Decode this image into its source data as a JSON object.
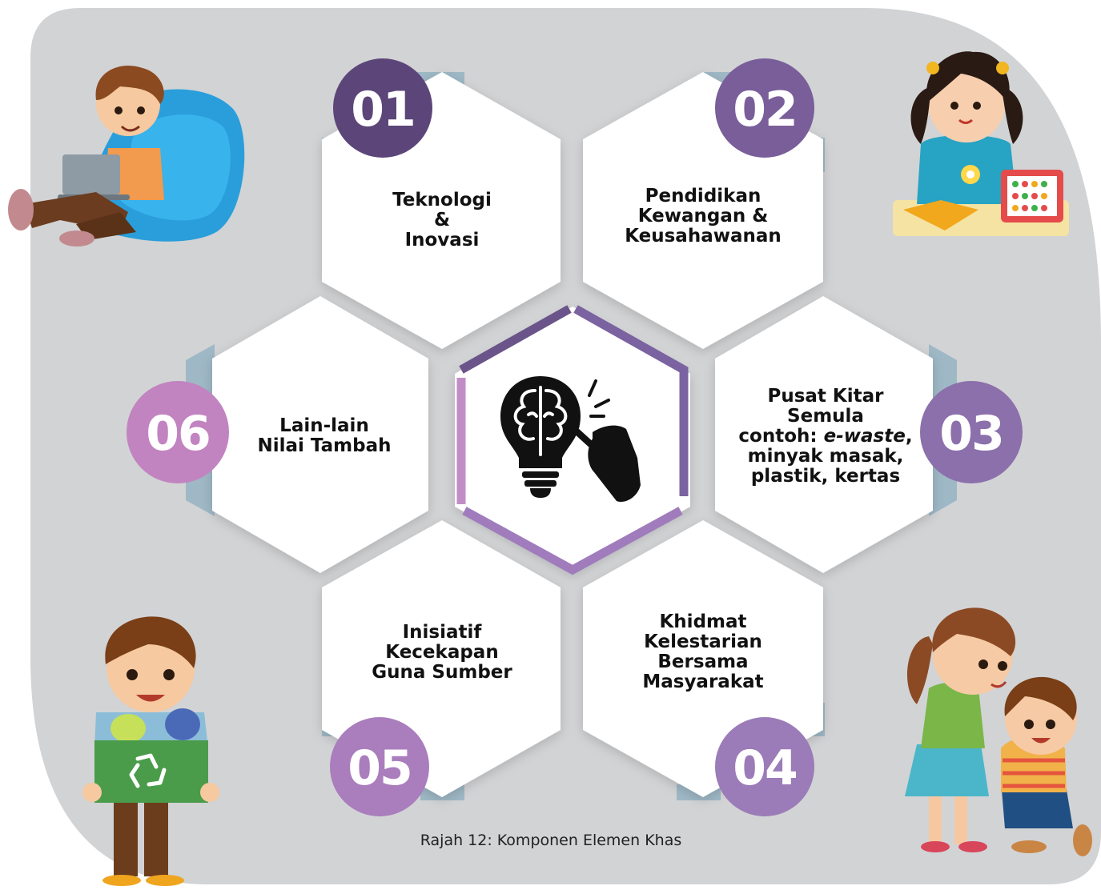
{
  "diagram": {
    "center": {
      "icon": "lightbulb-brain-pen-icon"
    },
    "components": [
      {
        "number": "01",
        "lines": [
          "Teknologi",
          "&",
          "Inovasi"
        ]
      },
      {
        "number": "02",
        "lines": [
          "Pendidikan",
          "Kewangan &",
          "Keusahawanan"
        ]
      },
      {
        "number": "03",
        "lines": [
          "Pusat Kitar",
          "Semula"
        ],
        "example_prefix": "contoh: ",
        "example_em": "e-waste",
        "example_suffix": ",",
        "tail_lines": [
          "minyak masak,",
          "plastik, kertas"
        ]
      },
      {
        "number": "04",
        "lines": [
          "Khidmat",
          "Kelestarian",
          "Bersama",
          "Masyarakat"
        ]
      },
      {
        "number": "05",
        "lines": [
          "Inisiatif",
          "Kecekapan",
          "Guna Sumber"
        ]
      },
      {
        "number": "06",
        "lines": [
          "Lain-lain",
          "Nilai Tambah"
        ]
      }
    ],
    "caption": "Rajah 12: Komponen Elemen Khas"
  },
  "illustrations": {
    "top_left": "boy-with-laptop-on-beanbag",
    "top_right": "girl-with-abacus",
    "bottom_left": "boy-with-recycling-box",
    "bottom_right": "girl-helping-boy"
  },
  "colors": {
    "background_panel": "#d2d3d5",
    "hexagon_fill": "#ffffff",
    "ribbon": "#9fb8c6",
    "badge_dark": "#5c4679",
    "badge_mid": "#795e99",
    "badge_light": "#9b7bb8",
    "badge_pink": "#c184c0",
    "center_frame_dark": "#6a5489",
    "center_frame_light": "#b786c1"
  }
}
